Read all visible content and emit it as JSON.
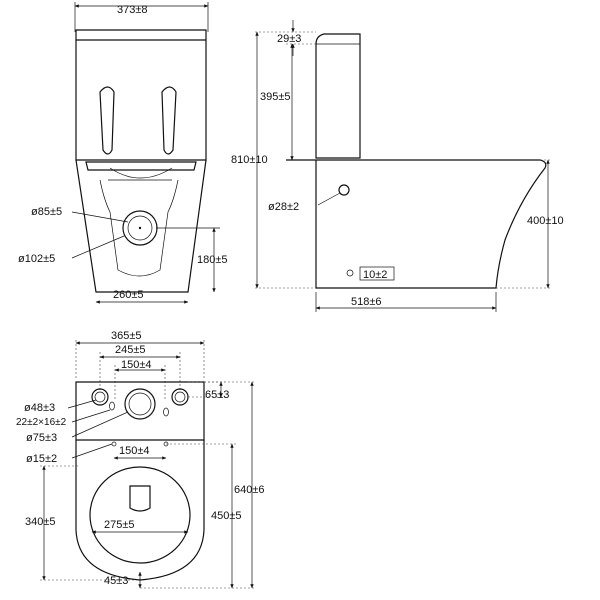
{
  "front_view": {
    "width": "373±8",
    "outlet_diameter": "ø85±5",
    "outer_diameter": "ø102±5",
    "outlet_height": "180±5",
    "base_width": "260±5"
  },
  "side_view": {
    "top_thickness": "29±3",
    "tank_height": "395±5",
    "total_height": "810±10",
    "inlet_diameter": "ø28±2",
    "seat_height": "400±10",
    "fix_hole": "10±2",
    "length": "518±6"
  },
  "top_view": {
    "overall_width": "365±5",
    "hole_spacing_outer": "245±5",
    "hole_spacing_inner": "150±4",
    "hole_offset": "65±3",
    "hole_diameter_a": "ø48±3",
    "slot_size": "22±2×16±2",
    "hole_diameter_b": "ø75±3",
    "hole_diameter_c": "ø15±2",
    "seat_hole_spacing": "150±4",
    "depth_total": "640±6",
    "depth_bowl": "450±5",
    "depth_outlet": "340±5",
    "bowl_width": "275±5",
    "rear_offset": "45±3"
  }
}
